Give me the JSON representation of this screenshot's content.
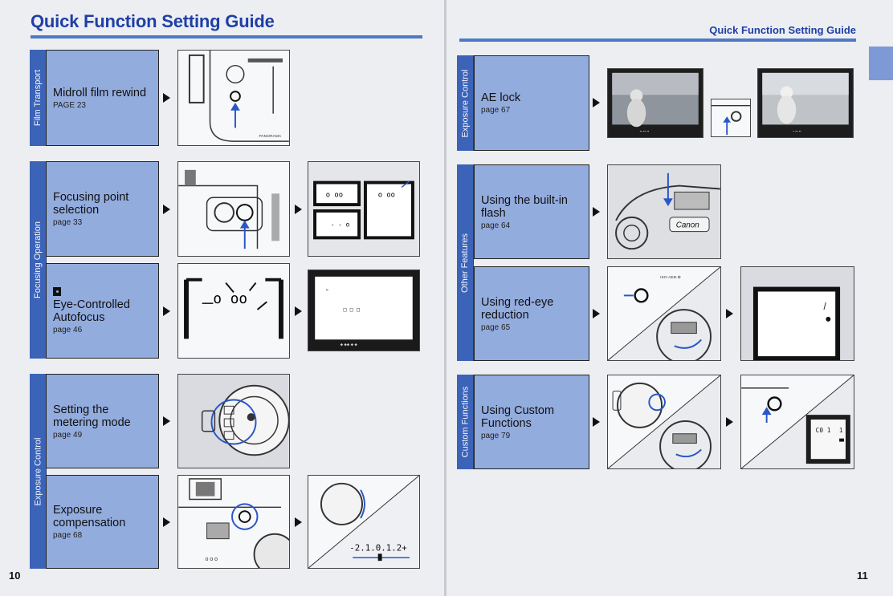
{
  "header": {
    "left_title": "Quick Function Setting Guide",
    "right_title": "Quick Function Setting Guide"
  },
  "footer": {
    "left_page": "10",
    "right_page": "11"
  },
  "categories": {
    "film_transport": "Film Transport",
    "focusing_operation": "Focusing Operation",
    "exposure_control_left": "Exposure Control",
    "exposure_control_right": "Exposure Control",
    "other_features": "Other Features",
    "custom_functions": "Custom Functions"
  },
  "functions": {
    "midroll": {
      "name": "Midroll film rewind",
      "page": "PAGE 23"
    },
    "focus_point": {
      "name": "Focusing point selection",
      "page": "page 33"
    },
    "eye_af": {
      "name": "Eye-Controlled Autofocus",
      "page": "page 46",
      "icon": "eye-control-icon"
    },
    "metering": {
      "name": "Setting the metering mode",
      "page": "page 49"
    },
    "exposure_comp": {
      "name": "Exposure compensation",
      "page": "page 68"
    },
    "ae_lock": {
      "name": "AE lock",
      "page": "page 67"
    },
    "flash": {
      "name": "Using the built-in flash",
      "page": "page 64"
    },
    "red_eye": {
      "name": "Using red-eye reduction",
      "page": "page 65"
    },
    "custom": {
      "name": "Using Custom Functions",
      "page": "page 79"
    }
  },
  "illustration_text": {
    "panorama": "PANORAMA",
    "canon": "Canon",
    "exposure_scale": "-2.1.0.1.2+",
    "cf_display": "C0 1",
    "cf_value": "1"
  },
  "colors": {
    "title_blue": "#1f3fa6",
    "category_blue": "#3b63b8",
    "box_blue": "#93acde",
    "rule_blue": "#4f78c6"
  }
}
